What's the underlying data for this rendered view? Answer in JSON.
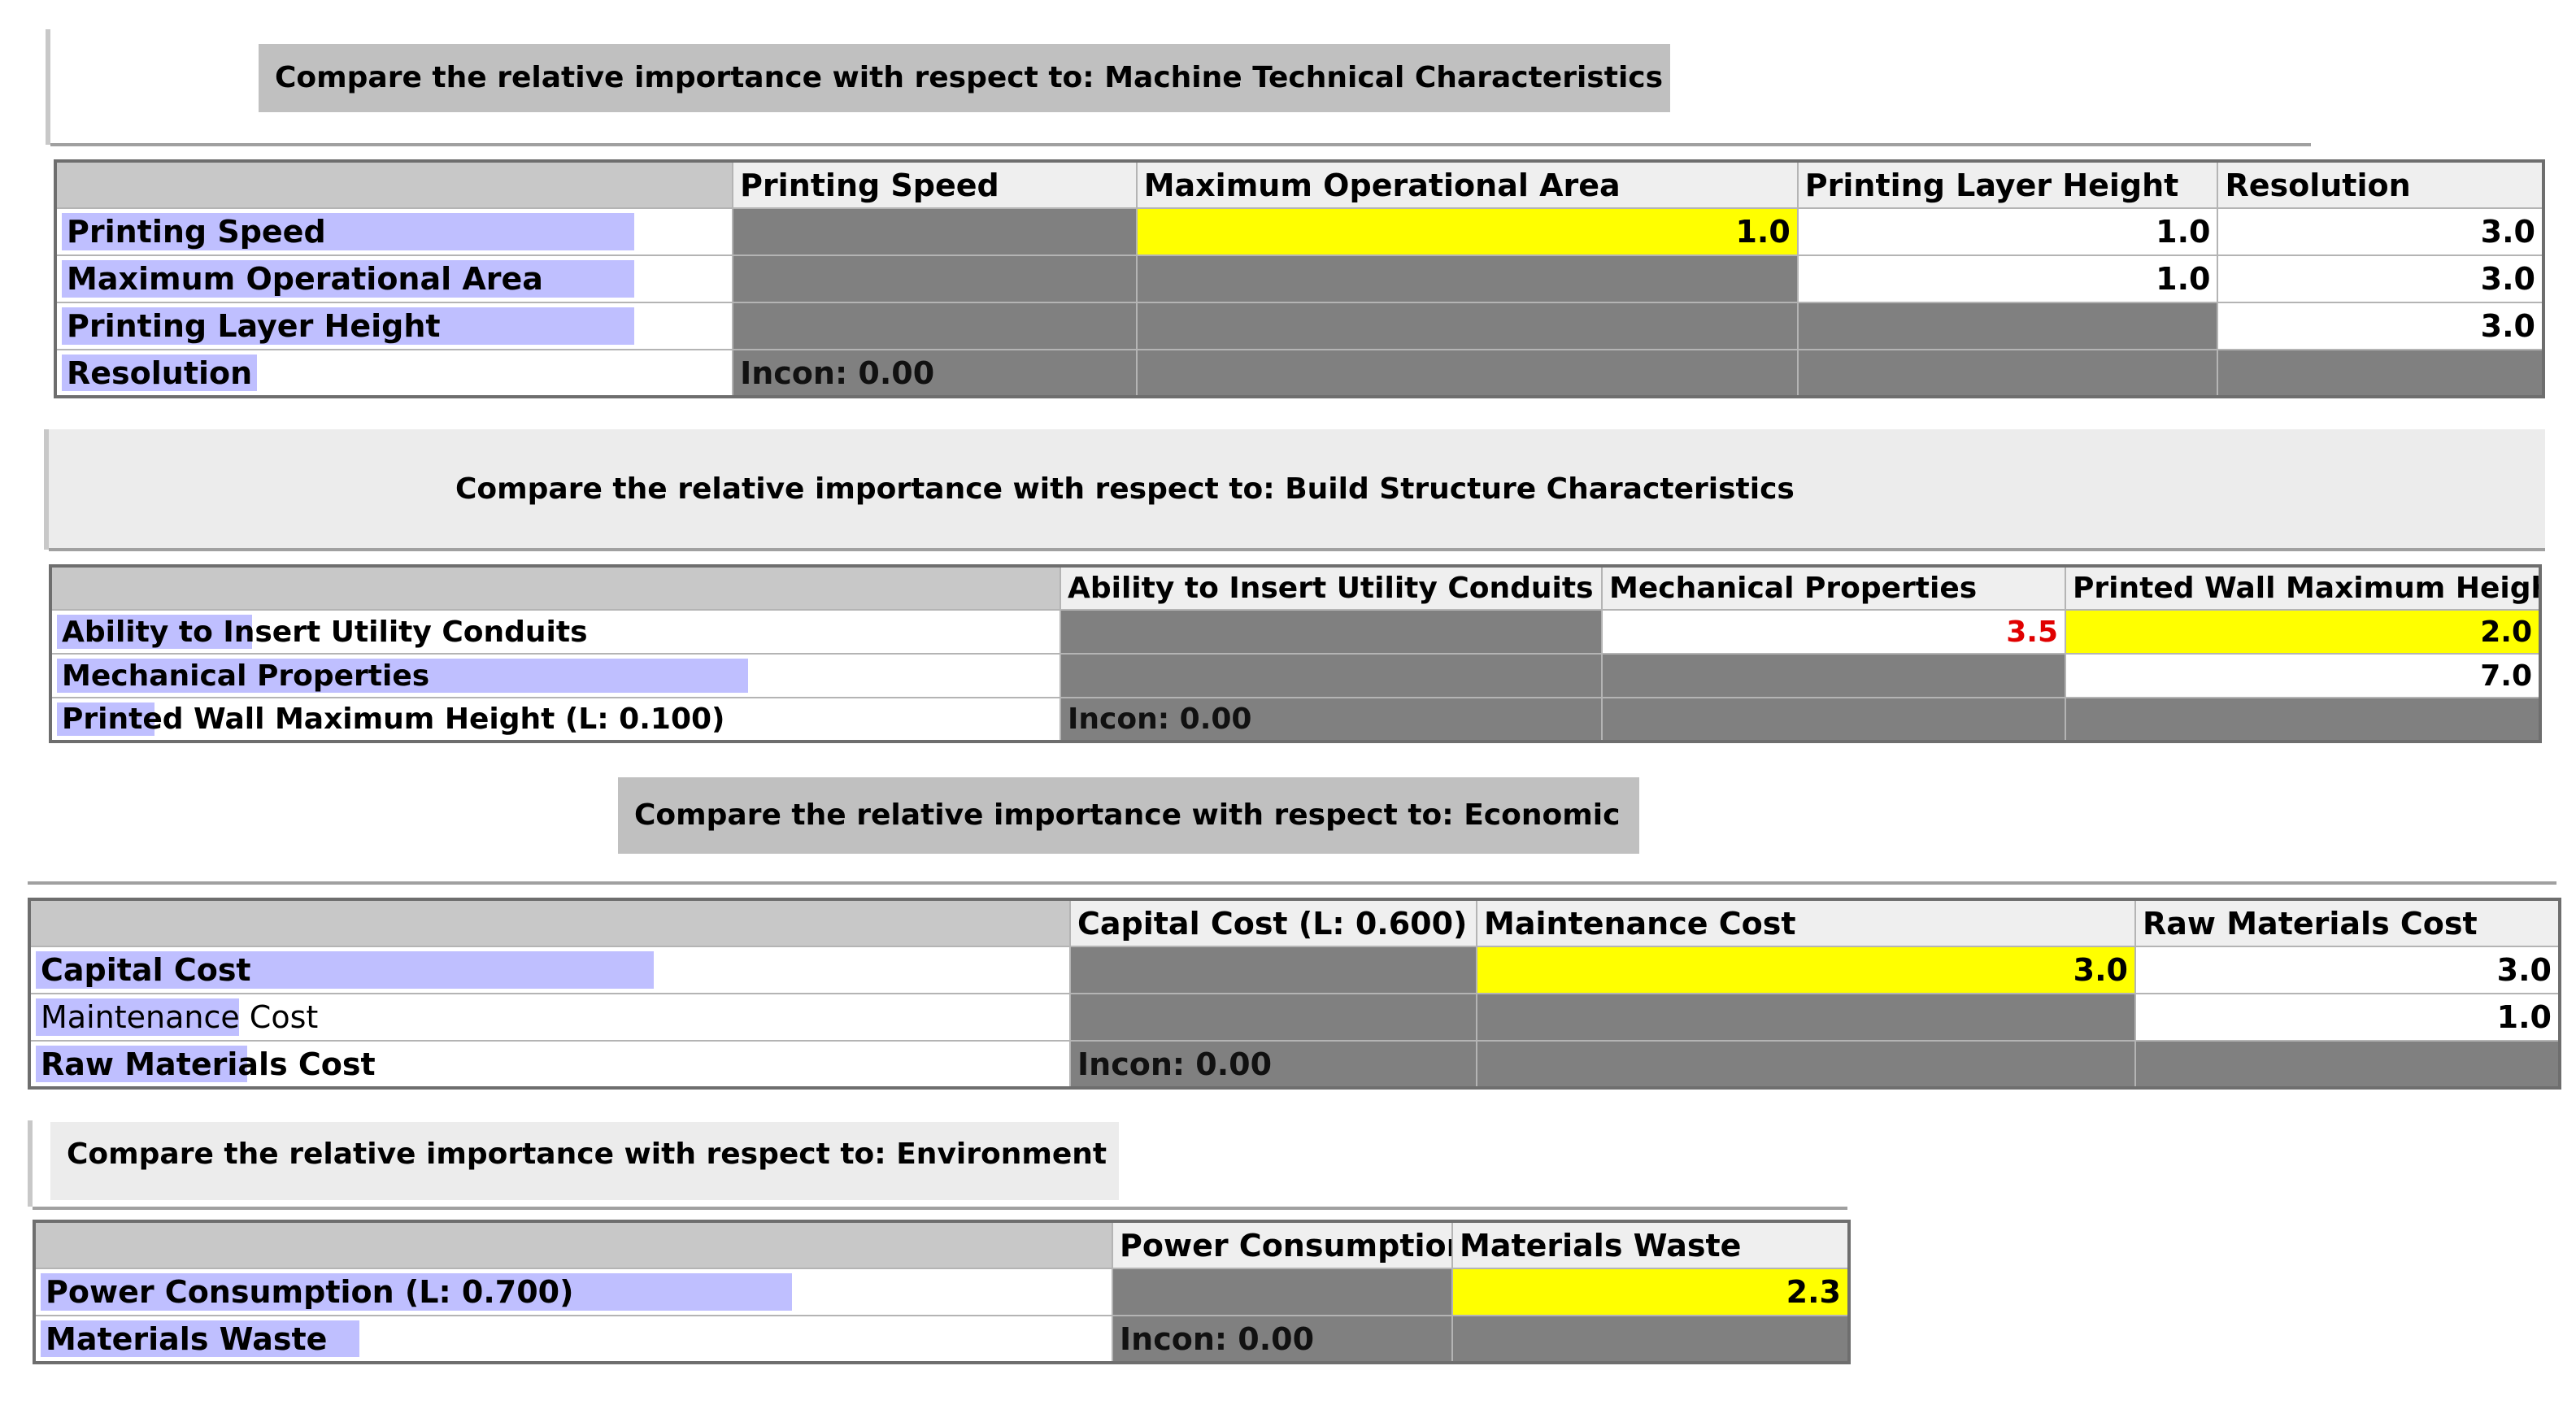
{
  "sections": [
    {
      "title": "Compare the relative importance  with respect to: Machine Technical Characteristics",
      "columns": [
        "",
        "Printing Speed",
        "Maximum Operational Area",
        "Printing Layer Height",
        "Resolution"
      ],
      "rows": [
        {
          "label": "Printing Speed",
          "cells": [
            "",
            "1.0",
            "1.0",
            "3.0"
          ]
        },
        {
          "label": "Maximum Operational Area",
          "cells": [
            "",
            "",
            "1.0",
            "3.0"
          ]
        },
        {
          "label": "Printing Layer Height",
          "cells": [
            "",
            "",
            "",
            "3.0"
          ]
        },
        {
          "label": "Resolution",
          "cells": [
            "Incon: 0.00",
            "",
            "",
            ""
          ]
        }
      ]
    },
    {
      "title": "Compare the relative importance  with respect to: Build Structure Characteristics",
      "columns": [
        "",
        "Ability to Insert Utility Conduits",
        "Mechanical Properties",
        "Printed Wall Maximum Height"
      ],
      "rows": [
        {
          "label": "Ability to Insert Utility Conduits",
          "cells": [
            "",
            "3.5",
            "2.0"
          ]
        },
        {
          "label": "Mechanical Properties",
          "cells": [
            "",
            "",
            "7.0"
          ]
        },
        {
          "label": "Printed Wall Maximum Height (L: 0.100)",
          "cells": [
            "Incon: 0.00",
            "",
            ""
          ]
        }
      ]
    },
    {
      "title": "Compare the relative importance  with respect to: Economic",
      "columns": [
        "",
        "Capital Cost (L: 0.600)",
        "Maintenance Cost",
        "Raw Materials Cost"
      ],
      "rows": [
        {
          "label": "Capital Cost",
          "cells": [
            "",
            "3.0",
            "3.0"
          ]
        },
        {
          "label": "Maintenance Cost",
          "cells": [
            "",
            "",
            "1.0"
          ]
        },
        {
          "label": "Raw Materials Cost",
          "cells": [
            "Incon: 0.00",
            "",
            ""
          ]
        }
      ]
    },
    {
      "title": "Compare the relative importance  with respect to: Environment",
      "columns": [
        "",
        "Power Consumption",
        "Materials Waste"
      ],
      "rows": [
        {
          "label": "Power Consumption (L: 0.700)",
          "cells": [
            "",
            "2.3"
          ]
        },
        {
          "label": "Materials Waste",
          "cells": [
            "Incon: 0.00",
            ""
          ]
        }
      ]
    }
  ],
  "colors": {
    "highlight": "#ffff00",
    "disabled_cell": "#808080",
    "label_bar": "#bfbfff",
    "inverse_value": "#e00000"
  }
}
